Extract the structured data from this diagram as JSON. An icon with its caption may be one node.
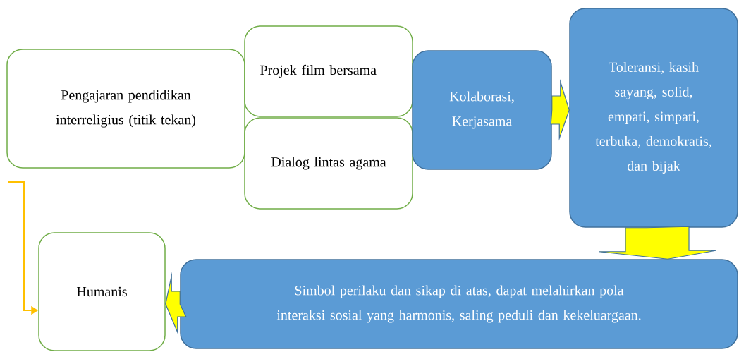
{
  "diagram": {
    "nodes": [
      {
        "text": [
          "Pengajaran pendidikan interreligius (titik tekan)"
        ]
      },
      {
        "text": [
          "Projek film bersama"
        ]
      },
      {
        "text": [
          "Dialog lintas agama"
        ]
      },
      {
        "text": [
          "Kolaborasi, Kerjasama"
        ]
      },
      {
        "text": [
          "Toleransi, kasih sayang, solid, empati, simpati, terbuka, demokratis, dan bijak"
        ]
      },
      {
        "text": [
          "Simbol perilaku dan sikap di atas, dapat melahirkan pola interaksi sosial yang harmonis, saling peduli dan kekeluargaan."
        ]
      },
      {
        "text": [
          "Humanis"
        ]
      }
    ],
    "edges": [
      {
        "from": 3,
        "to": 4,
        "arrow": "to"
      },
      {
        "from": 4,
        "to": 5,
        "arrow": "to"
      },
      {
        "from": 5,
        "to": 6,
        "arrow": "to"
      },
      {
        "from": null,
        "to": 6,
        "arrow": "to",
        "color": "#ffc000"
      }
    ]
  }
}
